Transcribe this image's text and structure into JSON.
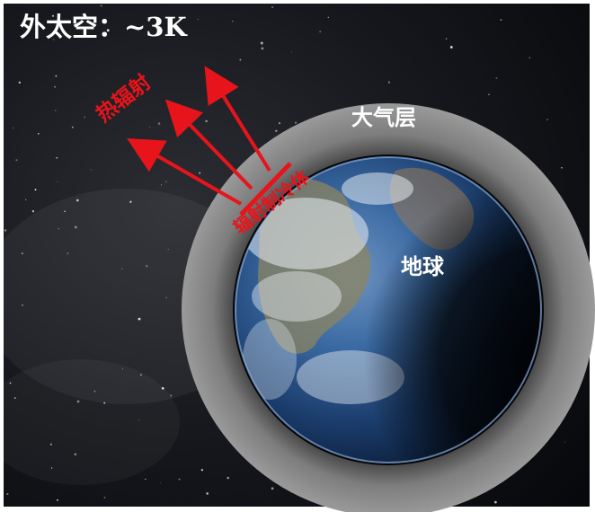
{
  "space": {
    "label": "外太空：~3K"
  },
  "atmosphere": {
    "label": "大气层"
  },
  "earth": {
    "label": "地球"
  },
  "radiation": {
    "label": "热辐射"
  },
  "cooler": {
    "label": "辐射制冷体"
  },
  "colors": {
    "space": "#0d0f14",
    "atmosphere": "#8a8a8a",
    "earth_ocean": "#1f4f86",
    "arrow": "#e8141b",
    "label_white": "#ffffff"
  }
}
